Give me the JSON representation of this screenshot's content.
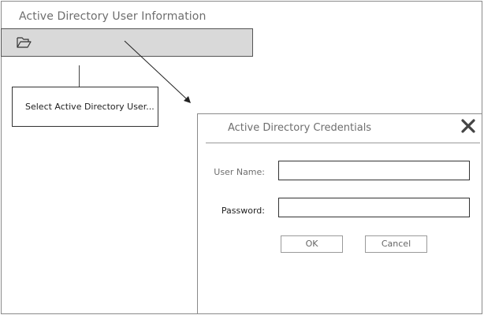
{
  "window": {
    "title": "Active Directory User Information"
  },
  "toolbar": {
    "open_icon": "folder-open-icon"
  },
  "callout": {
    "label": "Select Active Directory User..."
  },
  "dialog": {
    "title": "Active Directory Credentials",
    "close_icon": "close-icon",
    "username_label": "User Name:",
    "username_value": "",
    "password_label": "Password:",
    "password_value": "",
    "ok_label": "OK",
    "cancel_label": "Cancel"
  }
}
